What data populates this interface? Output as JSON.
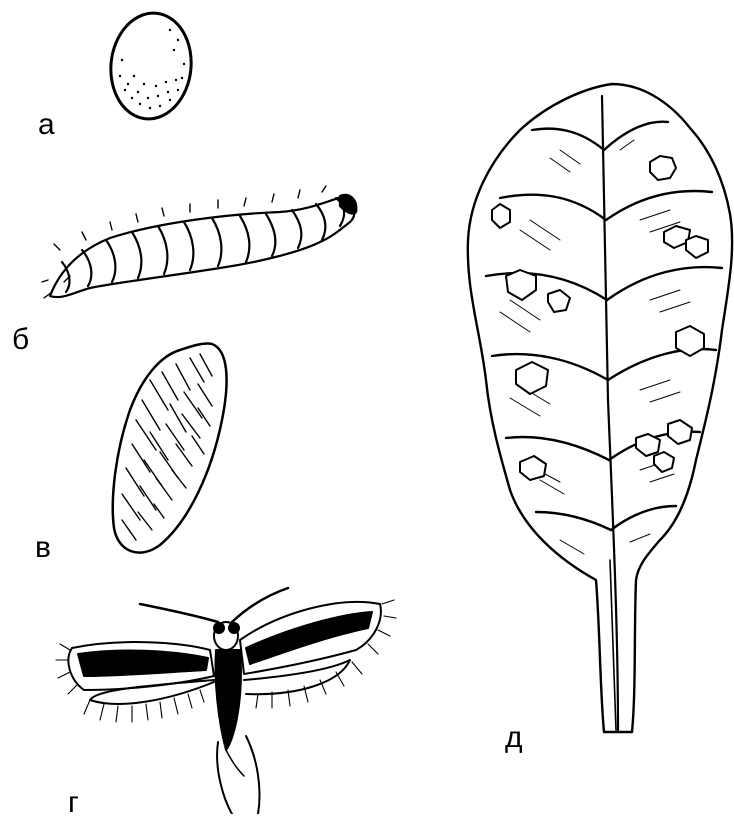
{
  "labels": {
    "egg": "а",
    "larva": "б",
    "pupa": "в",
    "adult": "г",
    "leaf": "д"
  },
  "colors": {
    "ink": "#000000",
    "paper": "#ffffff"
  }
}
